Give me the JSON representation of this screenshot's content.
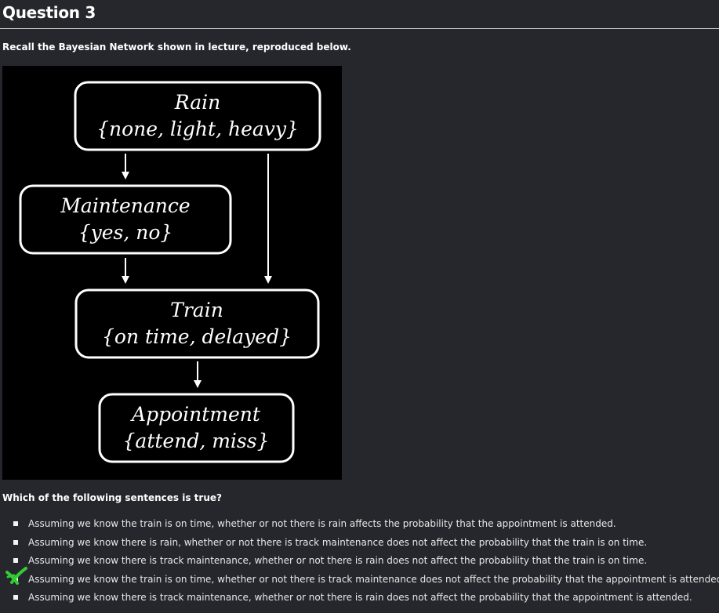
{
  "question": {
    "title": "Question 3",
    "intro": "Recall the Bayesian Network shown in lecture, reproduced below.",
    "prompt": "Which of the following sentences is true?"
  },
  "diagram": {
    "nodes": {
      "rain": {
        "name": "Rain",
        "values": "{none, light, heavy}"
      },
      "maintenance": {
        "name": "Maintenance",
        "values": "{yes, no}"
      },
      "train": {
        "name": "Train",
        "values": "{on time, delayed}"
      },
      "appointment": {
        "name": "Appointment",
        "values": "{attend, miss}"
      }
    }
  },
  "options": [
    "Assuming we know the train is on time, whether or not there is rain affects the probability that the appointment is attended.",
    "Assuming we know there is rain, whether or not there is track maintenance does not affect the probability that the train is on time.",
    "Assuming we know there is track maintenance, whether or not there is rain does not affect the probability that the train is on time.",
    "Assuming we know the train is on time, whether or not there is track maintenance does not affect the probability that the appointment is attended.",
    "Assuming we know there is track maintenance, whether or not there is rain does not affect the probability that the appointment is attended."
  ],
  "colors": {
    "background": "#25272d",
    "diagram_background": "#000000",
    "mark": "#33cc33"
  },
  "icons": {
    "selection_mark": "check-mark-icon",
    "bullet": "square-bullet-icon"
  }
}
